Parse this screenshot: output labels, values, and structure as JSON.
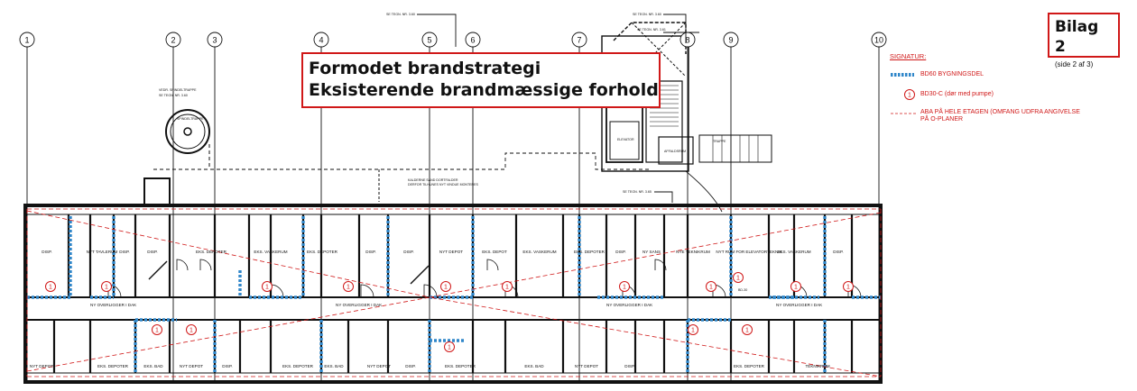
{
  "title": {
    "line1": "Formodet brandstrategi",
    "line2": "Eksisterende brandmæssige forhold"
  },
  "badge": {
    "heading": "Bilag 2",
    "sub": "(side 2 af 3)"
  },
  "legend": {
    "heading": "SIGNATUR:",
    "bd60": "BD60 BYGNINGSDEL",
    "door_label": "BD30-C (dør med pumpe)",
    "door_symbol": "1",
    "aba_line1": "ABA PÅ HELE ETAGEN (OMFANG UDFRA ANGIVELSE",
    "aba_line2": "PÅ O-PLANER"
  },
  "axes": [
    "1",
    "2",
    "3",
    "4",
    "5",
    "6",
    "7",
    "8",
    "9",
    "10"
  ],
  "rooms_top": [
    "DISP.",
    "NYT TAVLERUM",
    "DISP.",
    "DISP.",
    "EKS. DEPOTER",
    "EKS. VASKERUM",
    "EKS. DEPOTER",
    "DISP.",
    "DISP.",
    "NYT DEPOT",
    "EKS. DEPOT",
    "EKS. VASKERUM",
    "EKS. DEPOTER",
    "DISP.",
    "NY SANS",
    "NYE TEKNIKRUM",
    "NYT RUM FOR ELEVATORTEKNIK",
    "EKS. VASKERUM",
    "DISP."
  ],
  "rooms_bottom": [
    "NYT DEPOT",
    "EKS. DEPOTER",
    "EKS. BAD",
    "NYT DEPOT",
    "DISP.",
    "EKS. DEPOTER",
    "EKS. BAD",
    "NYT DEPOT",
    "DISP.",
    "EKS. DEPOTER",
    "EKS. BAD",
    "NYT DEPOT",
    "DISP.",
    "EKS. DEPOTER",
    "TEKNIKRUM"
  ],
  "corridor_notes": [
    "NY OVERLIGGER I DAK",
    "NY OVERLIGGER I DAK",
    "NY OVERLIGGER I DAK",
    "NY OVERLIGGER I DAK"
  ],
  "plan_notes": {
    "ref1": "SE TEGN. NR. 3.60",
    "ref2": "SE TEGN. NR. 3.60",
    "ref3": "SE TEGN. NR. 3.61",
    "ref4": "SE TEGN. NR. 3.65",
    "spindel": "SPINDELTRAPPE",
    "vedr": "VEDR. SPINDELTRAPPE",
    "elevator": "ELEVATOR",
    "affald": "AFFALDSRUM",
    "trappe": "TRAPPE",
    "kalde": "KALDERNE SAND DORTFALDER",
    "kalde2": "DERFOR TILHUNES NYT VINDUE MONTERES",
    "bd30": "BD-30"
  },
  "colors": {
    "red": "#d01818",
    "blue": "#2f86c9",
    "ink": "#111111"
  }
}
